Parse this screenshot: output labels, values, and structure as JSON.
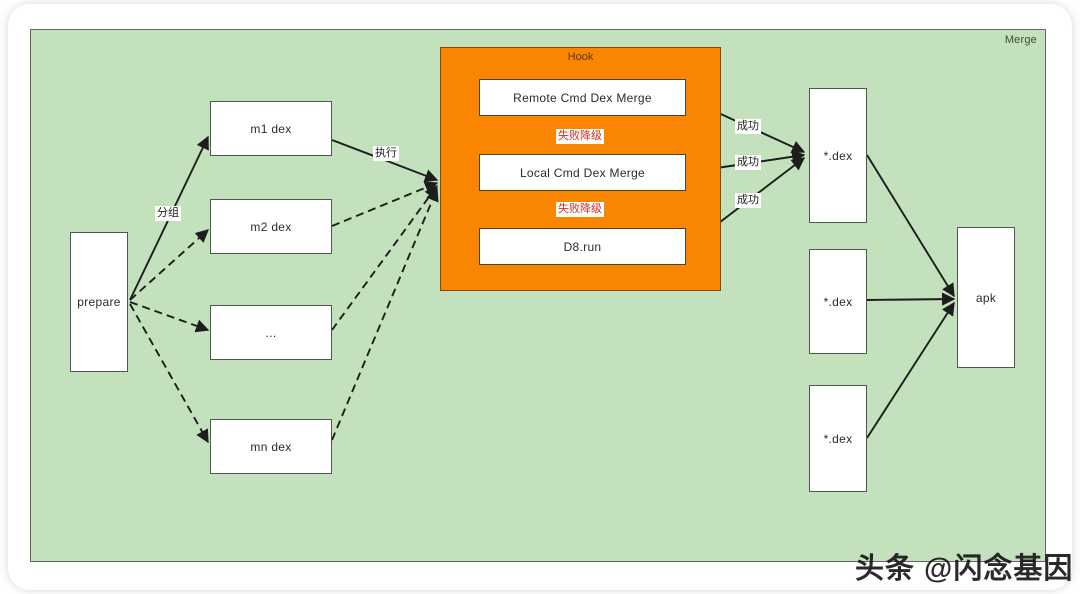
{
  "region": {
    "label": "Merge",
    "bg_color": "#c3e1bc",
    "border_color": "#5e6b5c"
  },
  "hook": {
    "title": "Hook",
    "bg_color": "#fa8500",
    "steps": [
      {
        "label": "Remote Cmd Dex Merge"
      },
      {
        "label": "Local Cmd Dex Merge"
      },
      {
        "label": "D8.run"
      }
    ],
    "fallback_labels": [
      {
        "text": "失败降级"
      },
      {
        "text": "失败降级"
      }
    ],
    "success_labels": [
      {
        "text": "成功"
      },
      {
        "text": "成功"
      },
      {
        "text": "成功"
      }
    ],
    "fallback_color": "#d03020"
  },
  "nodes": {
    "prepare": {
      "label": "prepare"
    },
    "modules": [
      {
        "label": "m1 dex"
      },
      {
        "label": "m2 dex"
      },
      {
        "label": "..."
      },
      {
        "label": "mn dex"
      }
    ],
    "dex_outputs": [
      {
        "label": "*.dex"
      },
      {
        "label": "*.dex"
      },
      {
        "label": "*.dex"
      }
    ],
    "apk": {
      "label": "apk"
    }
  },
  "edge_labels": {
    "group": "分组",
    "execute": "执行"
  },
  "watermark": {
    "text": "头条 @闪念基因"
  }
}
